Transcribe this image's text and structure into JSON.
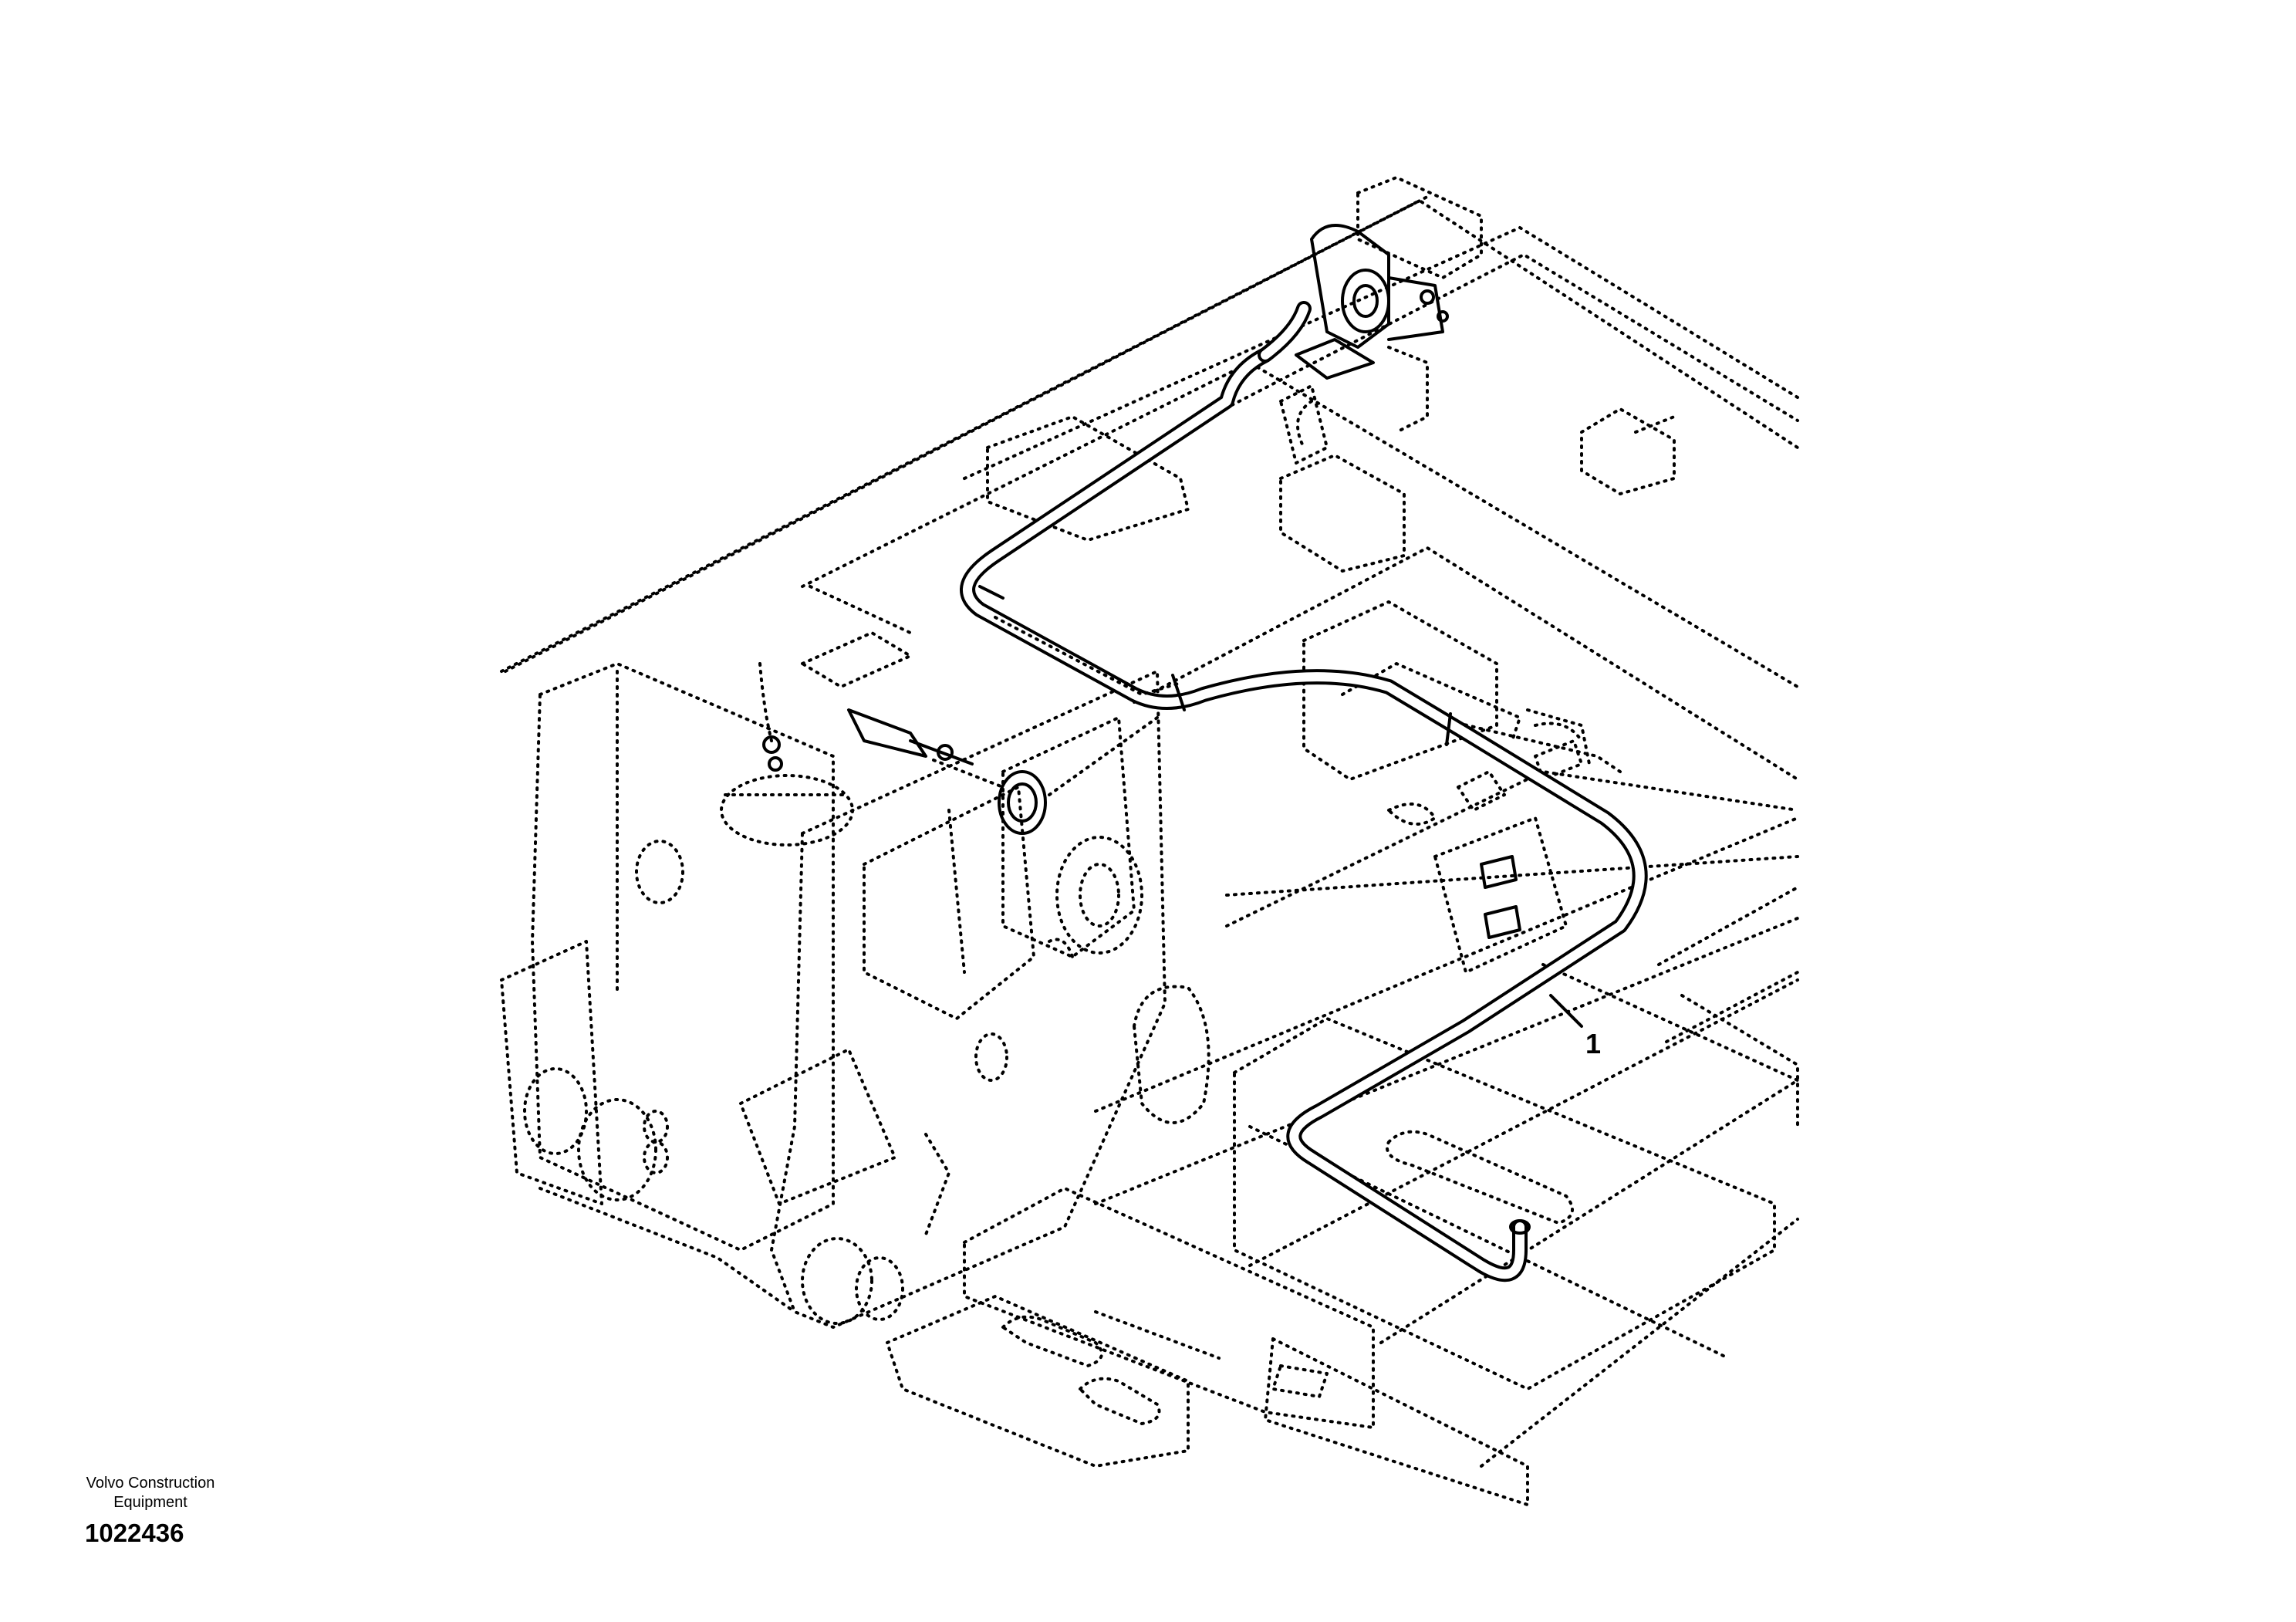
{
  "callouts": [
    {
      "label": "1"
    }
  ],
  "caption": {
    "company_line1": "Volvo Construction",
    "company_line2": "Equipment",
    "drawing_number": "1022436"
  }
}
